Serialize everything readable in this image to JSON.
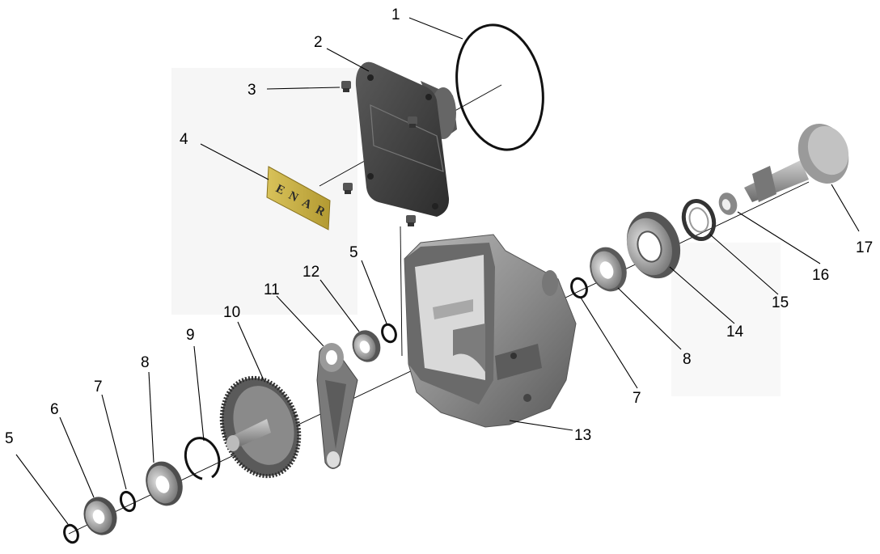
{
  "diagram": {
    "callouts": [
      "1",
      "2",
      "3",
      "4",
      "5",
      "12",
      "11",
      "10",
      "9",
      "8",
      "7",
      "6",
      "5",
      "13",
      "7",
      "8",
      "14",
      "15",
      "16",
      "17"
    ],
    "nameplate_text": "ENAR",
    "colors": {
      "housing": "#8a8a8a",
      "housing_dark": "#4a4a4a",
      "cover": "#3e3e3e",
      "nameplate": "#c9b24a",
      "bearing": "#9a9a9a",
      "ring": "#111111"
    }
  }
}
